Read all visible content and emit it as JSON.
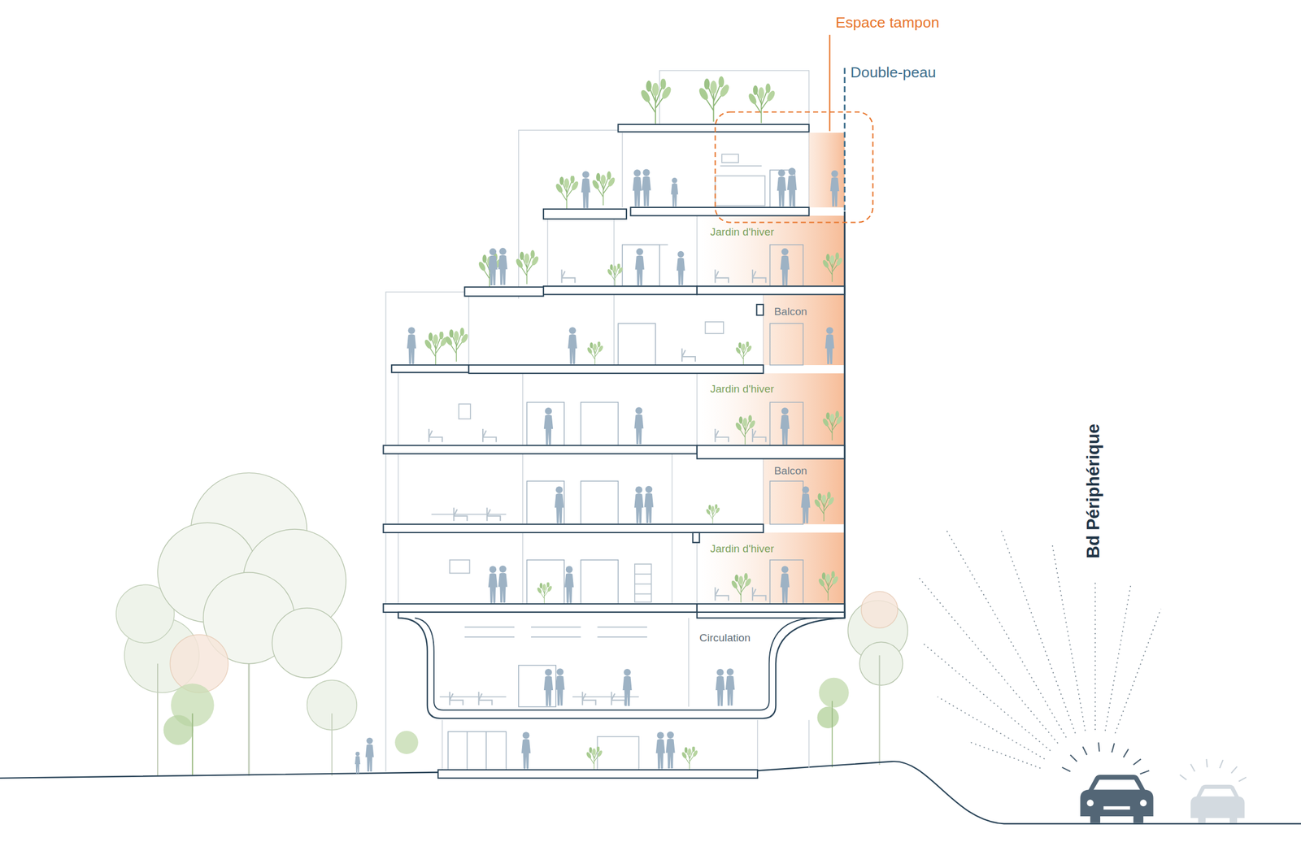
{
  "diagram": {
    "labels": [
      "Espace tampon",
      "Double-peau",
      "Jardin d'hiver",
      "Balcon",
      "Jardin d'hiver",
      "Balcon",
      "Jardin d'hiver",
      "Circulation",
      "Bd Périphérique"
    ]
  }
}
